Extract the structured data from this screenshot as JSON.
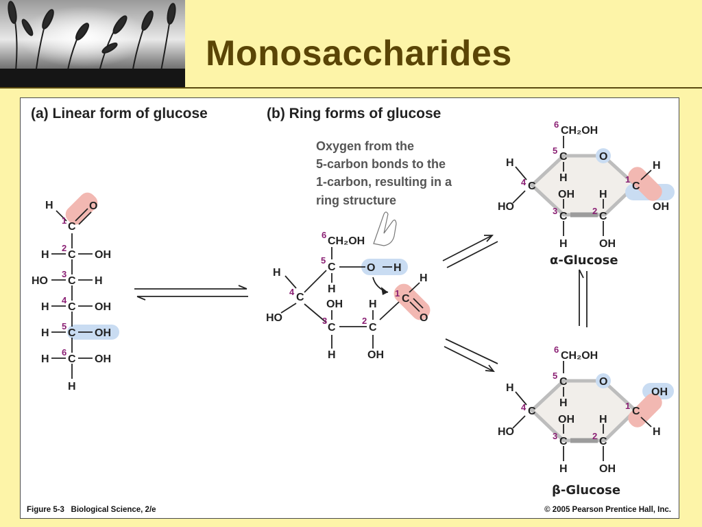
{
  "slide_title": "Monosaccharides",
  "panel_a": {
    "heading": "(a) Linear form of glucose",
    "atoms": {
      "H": "H",
      "O": "O",
      "C": "C",
      "OH": "OH",
      "HO": "HO"
    },
    "carbon_numbers": [
      "1",
      "2",
      "3",
      "4",
      "5",
      "6"
    ]
  },
  "panel_b": {
    "heading": "(b) Ring forms of glucose",
    "note_lines": [
      "Oxygen from the",
      "5-carbon bonds to the",
      "1-carbon, resulting in a",
      "ring structure"
    ],
    "atoms": {
      "CH2OH": "CH₂OH",
      "OH": "OH",
      "HO": "HO",
      "H": "H",
      "C": "C",
      "O": "O"
    },
    "carbon_numbers": [
      "1",
      "2",
      "3",
      "4",
      "5",
      "6"
    ],
    "alpha_label": "α-Glucose",
    "beta_label": "β-Glucose"
  },
  "footer": {
    "figure": "Figure 5-3   Biological Science, 2/e",
    "copyright": "© 2005 Pearson Prentice Hall, Inc."
  },
  "colors": {
    "title": "#5a4506",
    "background": "#fdf4a8",
    "highlight_red": "#f2b8b2",
    "highlight_blue": "#c9dcf2",
    "carbon_number": "#8a1f73"
  },
  "header_image": "wheat-field-photo"
}
